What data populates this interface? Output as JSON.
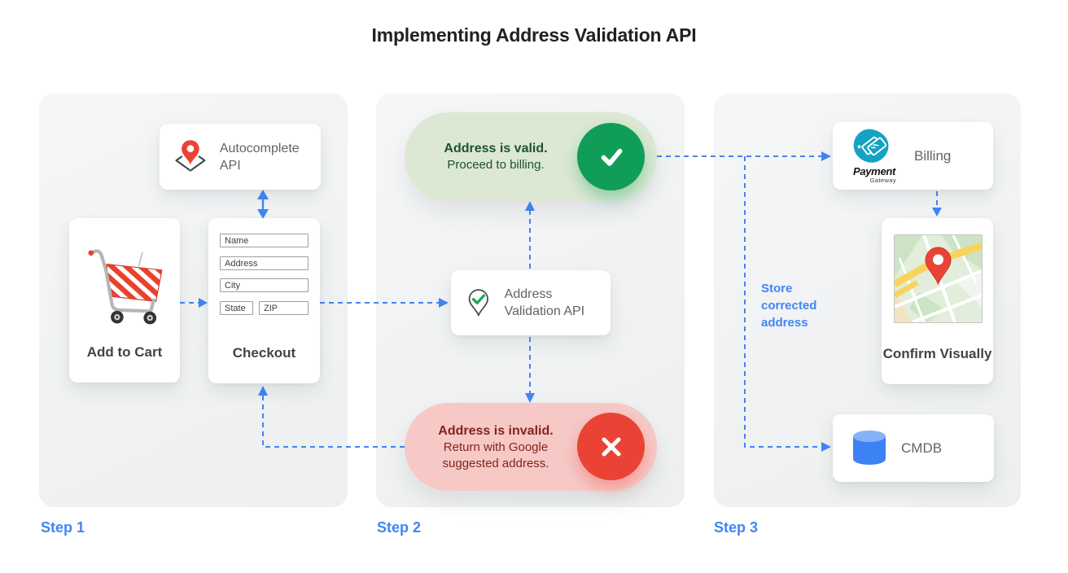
{
  "title": "Implementing Address Validation API",
  "steps": [
    {
      "label": "Step 1"
    },
    {
      "label": "Step 2"
    },
    {
      "label": "Step 3"
    }
  ],
  "step1": {
    "autocomplete_card": {
      "label": "Autocomplete API",
      "icon": "map-pin-diamond-icon"
    },
    "add_to_cart_card": {
      "label": "Add to Cart",
      "icon": "shopping-cart-icon"
    },
    "checkout_card": {
      "label": "Checkout",
      "fields": [
        "Name",
        "Address",
        "City",
        "State",
        "ZIP"
      ]
    }
  },
  "step2": {
    "valid_pill": {
      "title": "Address is valid.",
      "subtitle": "Proceed to billing.",
      "icon": "check-icon"
    },
    "validation_card": {
      "label": "Address Validation API",
      "icon": "map-pin-check-icon"
    },
    "invalid_pill": {
      "title": "Address is invalid.",
      "subtitle": "Return with Google suggested address.",
      "icon": "x-icon"
    }
  },
  "step3": {
    "billing_card": {
      "label": "Billing",
      "logo_line1": "Payment",
      "logo_line2": "Gateway",
      "icon": "payment-gateway-logo"
    },
    "store_note": "Store corrected address",
    "confirm_card": {
      "label": "Confirm Visually",
      "icon": "map-thumbnail"
    },
    "cmdb_card": {
      "label": "CMDB",
      "icon": "database-icon"
    }
  },
  "colors": {
    "blue": "#4285f4",
    "panel-bg": "#f1f3f4",
    "green-circle": "#0f9d58",
    "green-pill-bg": "#dce8d3",
    "green-text": "#1d5231",
    "red-circle": "#ea4335",
    "red-pill-bg": "#f6c9c7",
    "red-text": "#84231d",
    "pin-red": "#ea4335",
    "check-green": "#1ea55b",
    "teal": "#14a3c2",
    "db-blue": "#3d82f4",
    "db-blue-light": "#85b1f8",
    "text-dark": "#202124",
    "text-gray": "#5f6368"
  }
}
